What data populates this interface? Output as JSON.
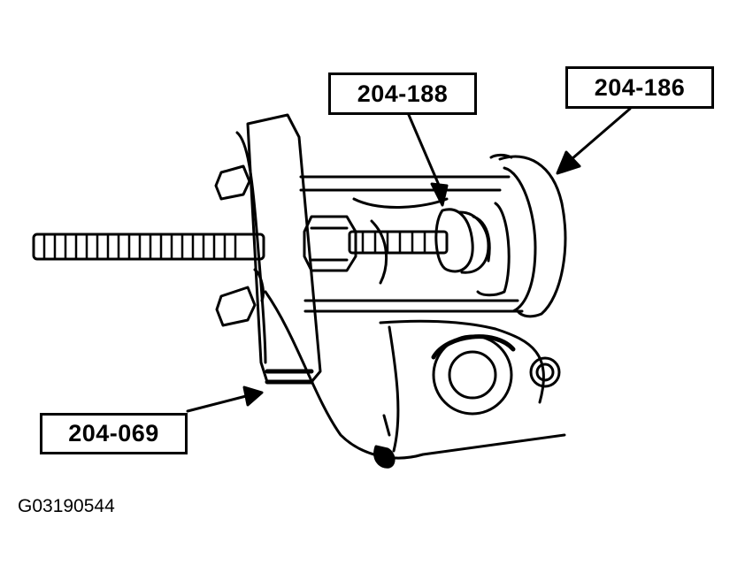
{
  "callouts": {
    "tool_204_188": "204-188",
    "tool_204_186": "204-186",
    "tool_204_069": "204-069"
  },
  "figure_id": "G03190544"
}
